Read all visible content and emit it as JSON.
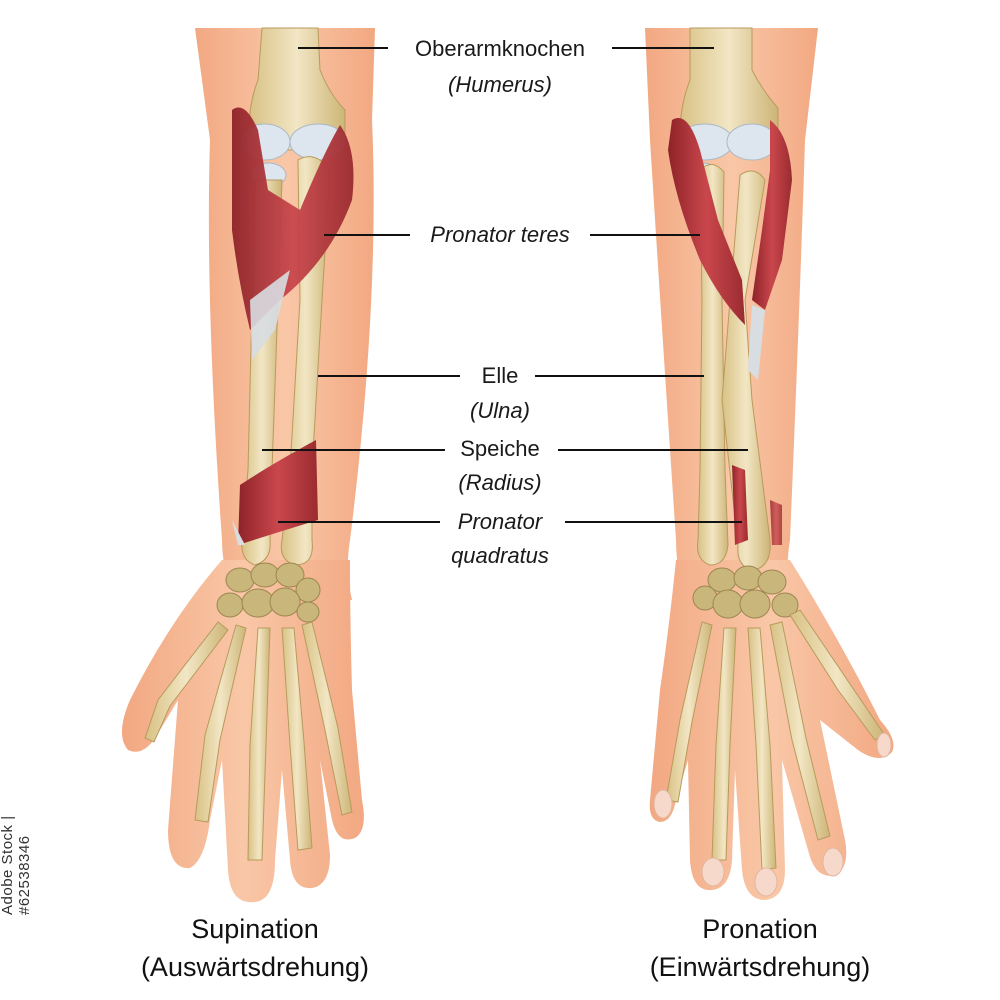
{
  "labels": {
    "humerus_de": "Oberarmknochen",
    "humerus_lat": "(Humerus)",
    "pronator_teres": "Pronator teres",
    "ulna_de": "Elle",
    "ulna_lat": "(Ulna)",
    "radius_de": "Speiche",
    "radius_lat": "(Radius)",
    "pq_line1": "Pronator",
    "pq_line2": "quadratus"
  },
  "captions": {
    "left_title": "Supination",
    "left_sub": "(Auswärtsdrehung)",
    "right_title": "Pronation",
    "right_sub": "(Einwärtsdrehung)"
  },
  "stock_id": "Adobe Stock | #62538346",
  "colors": {
    "skin": "#f6b896",
    "bone": "#e8d6a6",
    "muscle": "#b5383f",
    "cartilage": "#dde6ee"
  }
}
